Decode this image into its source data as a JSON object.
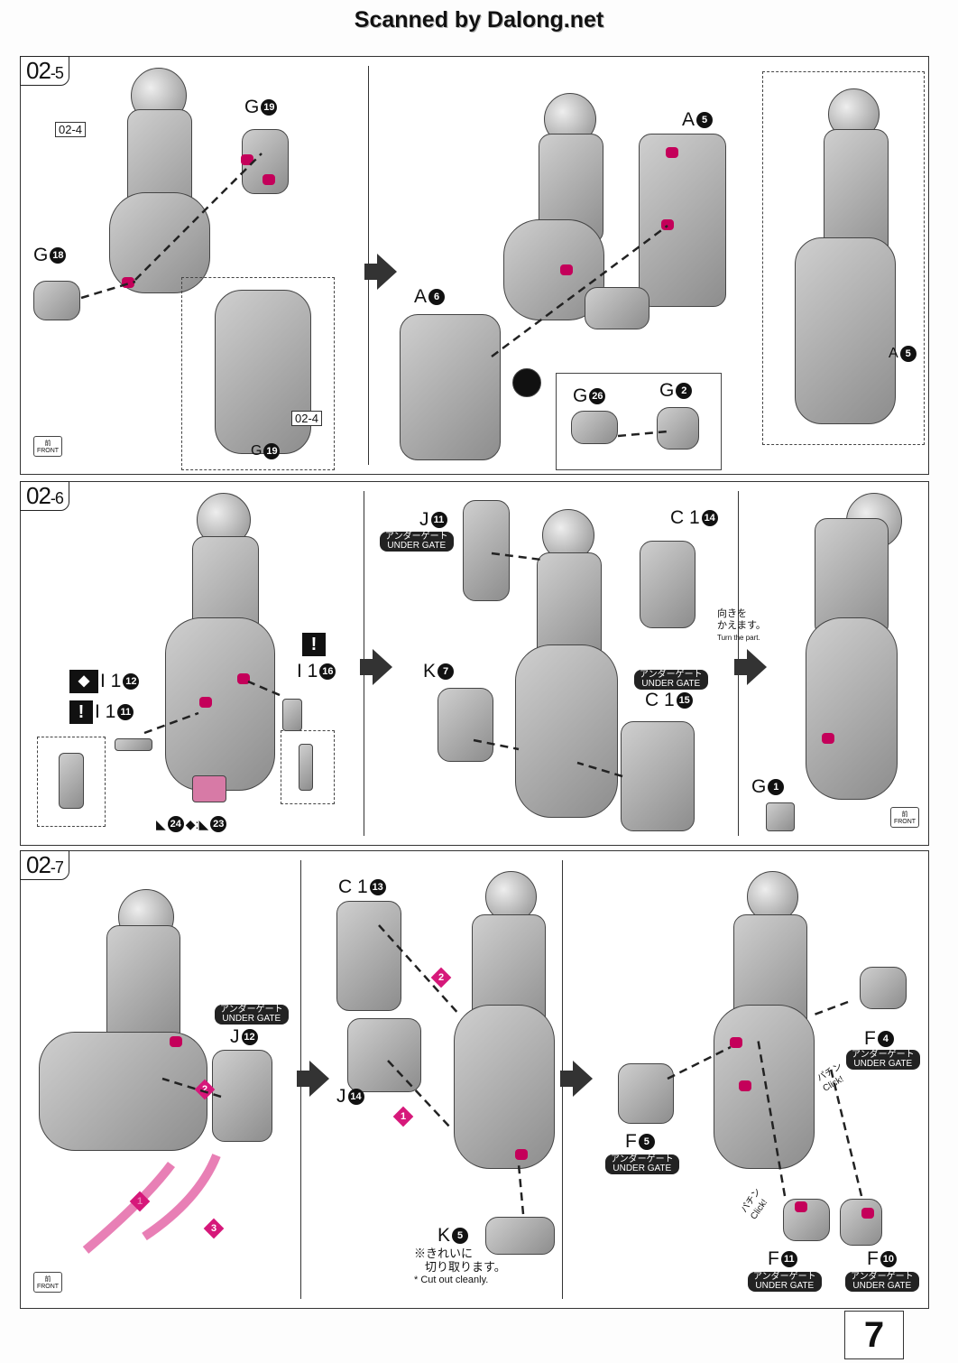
{
  "header": "Scanned by Dalong.net",
  "page_number": "7",
  "front_label": {
    "jp": "前",
    "en": "FRONT"
  },
  "under_gate": {
    "jp": "アンダーゲート",
    "en": "UNDER GATE"
  },
  "steps": [
    {
      "label": "02",
      "sub": "-5",
      "refs": [
        "02-4",
        "02-4"
      ],
      "parts": [
        {
          "letter": "G",
          "num": "19"
        },
        {
          "letter": "G",
          "num": "18"
        },
        {
          "letter": "G",
          "num": "19"
        },
        {
          "letter": "A",
          "num": "5"
        },
        {
          "letter": "A",
          "num": "6"
        },
        {
          "letter": "G",
          "num": "26"
        },
        {
          "letter": "G",
          "num": "2"
        },
        {
          "letter": "A",
          "num": "5"
        }
      ]
    },
    {
      "label": "02",
      "sub": "-6",
      "parts": [
        {
          "letter": "I 1",
          "num": "12"
        },
        {
          "letter": "I 1",
          "num": "11"
        },
        {
          "letter": "I 1",
          "num": "16"
        },
        {
          "letter": "J",
          "num": "11"
        },
        {
          "letter": "C 1",
          "num": "14"
        },
        {
          "letter": "K",
          "num": "7"
        },
        {
          "letter": "C 1",
          "num": "15"
        },
        {
          "letter": "G",
          "num": "1"
        }
      ],
      "alt_nums": [
        "24",
        "23"
      ],
      "turn_note": {
        "jp1": "向きを",
        "jp2": "かえます。",
        "en": "Turn the part."
      }
    },
    {
      "label": "02",
      "sub": "-7",
      "parts": [
        {
          "letter": "J",
          "num": "12"
        },
        {
          "letter": "C 1",
          "num": "13"
        },
        {
          "letter": "J",
          "num": "14"
        },
        {
          "letter": "K",
          "num": "5"
        },
        {
          "letter": "F",
          "num": "4"
        },
        {
          "letter": "F",
          "num": "5"
        },
        {
          "letter": "F",
          "num": "11"
        },
        {
          "letter": "F",
          "num": "10"
        }
      ],
      "order": [
        "1",
        "2",
        "3"
      ],
      "cut_note": {
        "jp1": "※きれいに",
        "jp2": "切り取ります。",
        "en": "* Cut out cleanly."
      },
      "click": {
        "jp": "パチン",
        "en": "Click!"
      }
    }
  ]
}
